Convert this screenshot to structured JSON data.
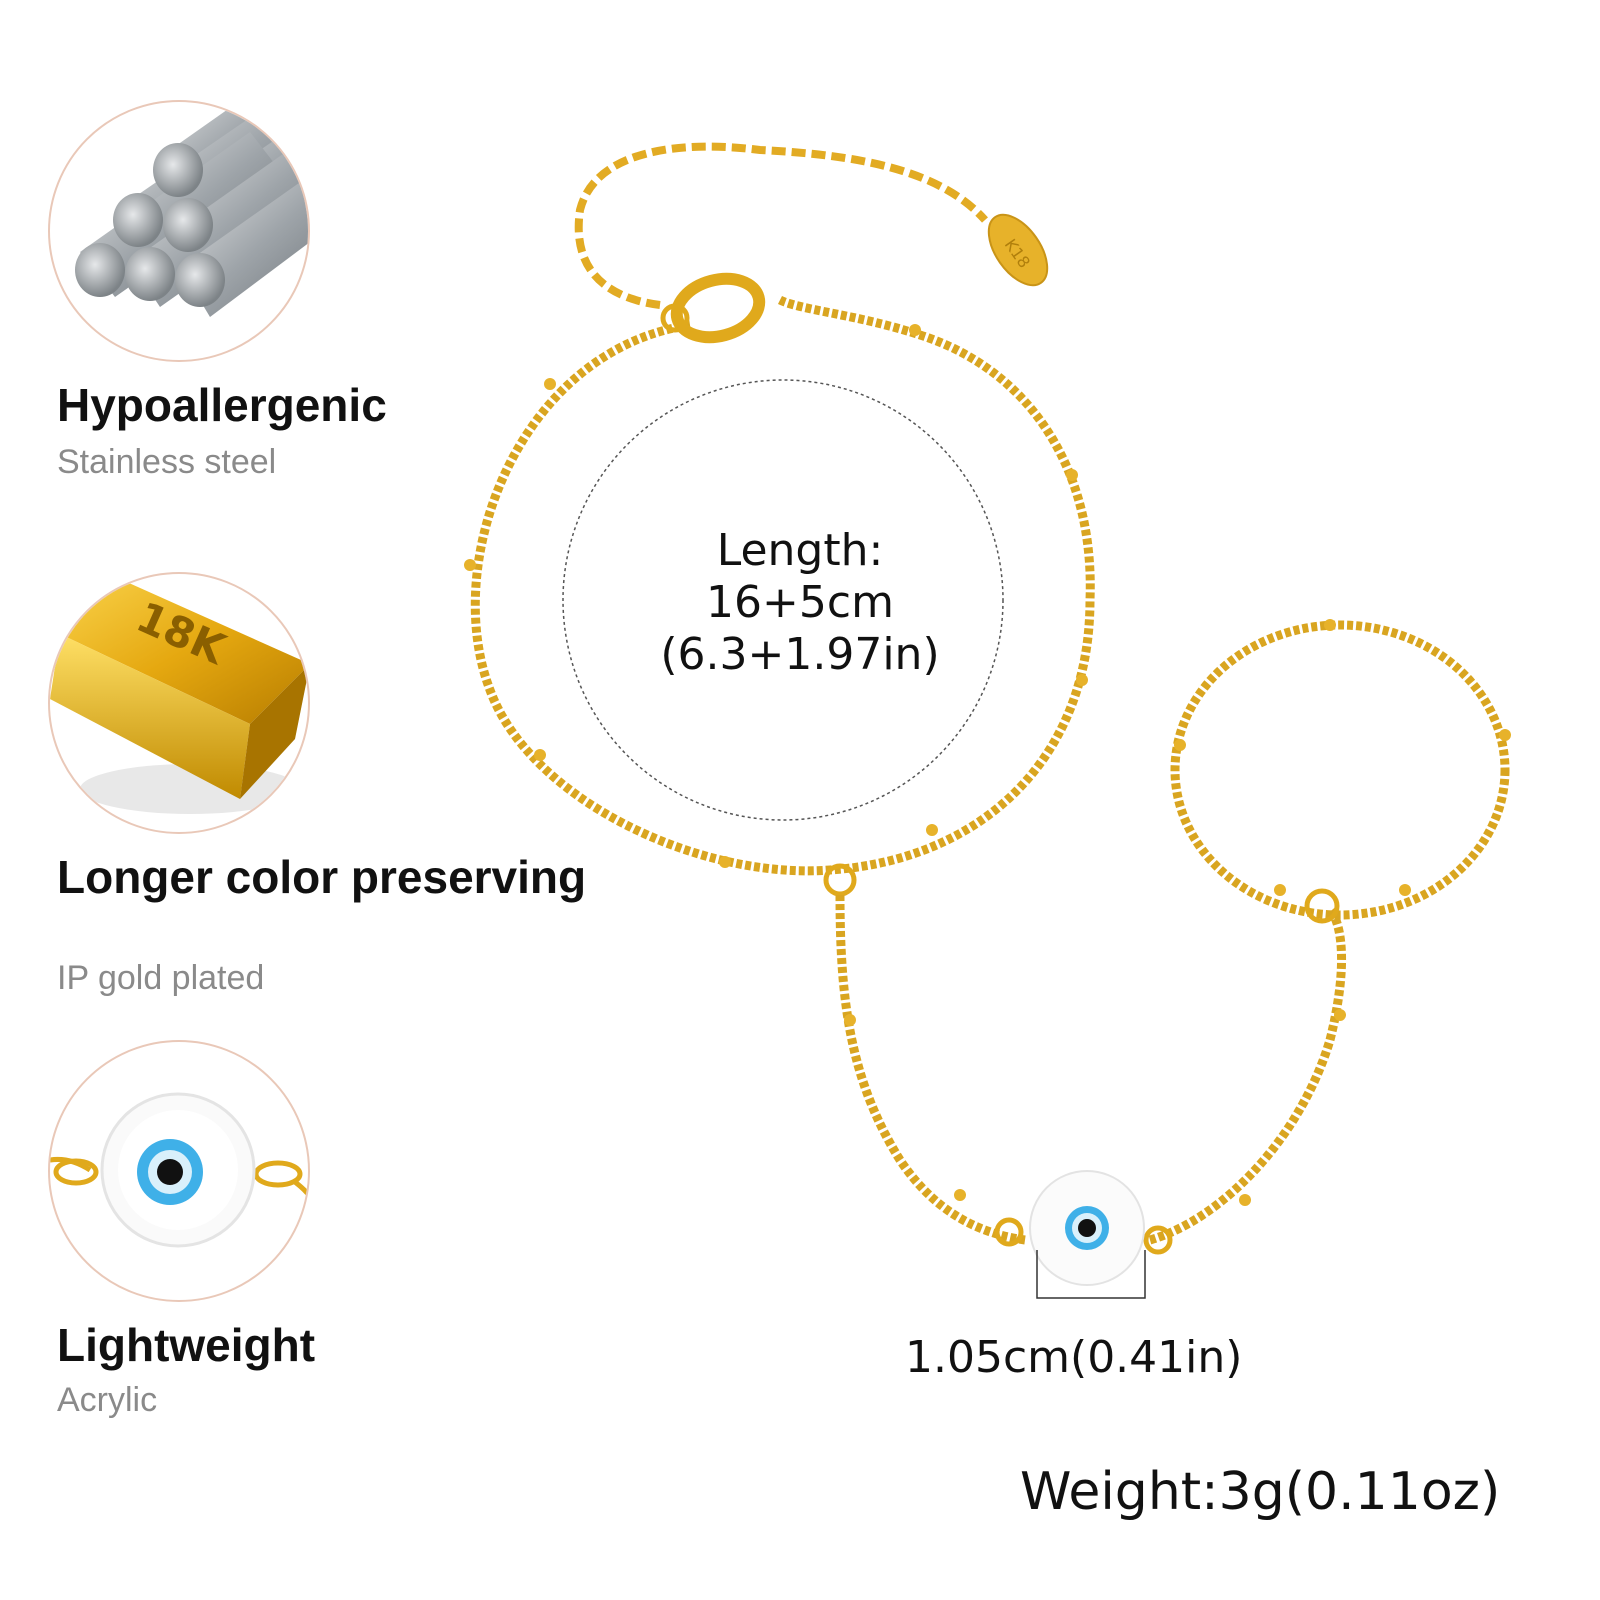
{
  "features": [
    {
      "title": "Hypoallergenic",
      "subtitle": "Stainless steel",
      "icon": "steel-rods-icon"
    },
    {
      "title": "Longer color preserving",
      "subtitle": "IP gold plated",
      "icon": "gold-bar-icon",
      "bar_engraving": "18K"
    },
    {
      "title": "Lightweight",
      "subtitle": "Acrylic",
      "icon": "evil-eye-bead-icon"
    }
  ],
  "product": {
    "tag_engraving": "K18",
    "length_label": [
      "Length:",
      "16+5cm",
      "(6.3+1.97in)"
    ],
    "pendant_size": "1.05cm(0.41in)",
    "weight": "Weight:3g(0.11oz)"
  },
  "colors": {
    "gold": "#d9a520",
    "gold_light": "#f2cc55",
    "circle_border": "#e9c8b8",
    "eye_blue": "#2fa8e6",
    "subtitle_gray": "#8a8a8a"
  }
}
